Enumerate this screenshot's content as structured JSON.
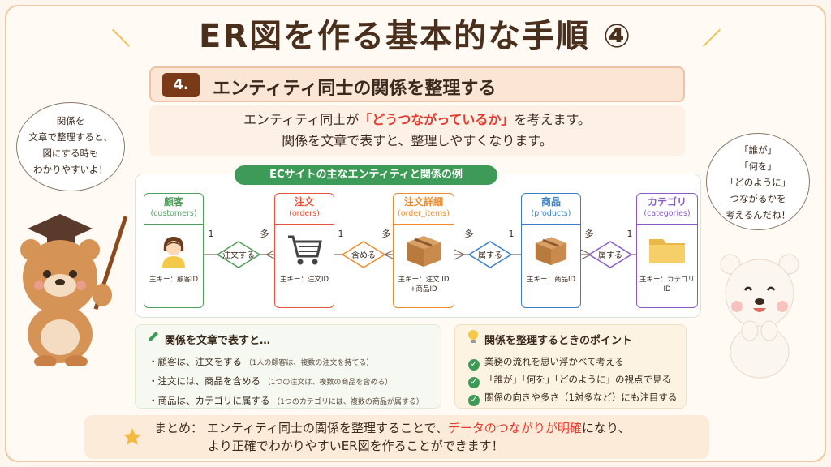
{
  "title": "ER図を作る基本的な手順 ④",
  "step": {
    "number": "4.",
    "text": "エンティティ同士の関係を整理する"
  },
  "lead": {
    "line1_pre": "エンティティ同士が",
    "line1_red": "「どうつながっているか」",
    "line1_post": "を考えます。",
    "line2": "関係を文章で表すと、整理しやすくなります。"
  },
  "diagram": {
    "title": "ECサイトの主なエンティティと関係の例",
    "entities": [
      {
        "name": "顧客",
        "eng": "(customers)",
        "key1": "主キー：顧客ID",
        "key2": "",
        "color": "#4e9f5a"
      },
      {
        "name": "注文",
        "eng": "(orders)",
        "key1": "主キー：注文ID",
        "key2": "",
        "color": "#e2543a"
      },
      {
        "name": "注文詳細",
        "eng": "(order_items)",
        "key1": "主キー：注文 ID",
        "key2": "+商品ID",
        "color": "#ef8a2b"
      },
      {
        "name": "商品",
        "eng": "(products)",
        "key1": "主キー：商品ID",
        "key2": "",
        "color": "#3a7fc8"
      },
      {
        "name": "カテゴリ",
        "eng": "(categories)",
        "key1": "主キー：カテゴリID",
        "key2": "",
        "color": "#8a5bc6"
      }
    ],
    "relations": [
      {
        "label": "注文する",
        "left": "1",
        "right": "多",
        "color": "#4e9f5a"
      },
      {
        "label": "含める",
        "left": "1",
        "right": "多",
        "color": "#ef8a2b"
      },
      {
        "label": "属する",
        "left": "多",
        "right": "1",
        "color": "#3a7fc8"
      },
      {
        "label": "属する",
        "left": "多",
        "right": "1",
        "color": "#8a5bc6"
      }
    ]
  },
  "sentences": {
    "heading": "関係を文章で表すと…",
    "items": [
      {
        "main": "・顧客は、注文をする",
        "note": "（1人の顧客は、複数の注文を持てる）"
      },
      {
        "main": "・注文には、商品を含める",
        "note": "（1つの注文は、複数の商品を含める）"
      },
      {
        "main": "・商品は、カテゴリに属する",
        "note": "（1つのカテゴリには、複数の商品が属する）"
      }
    ]
  },
  "points": {
    "heading": "関係を整理するときのポイント",
    "items": [
      "業務の流れを思い浮かべて考える",
      "「誰が」「何を」「どのように」の視点で見る",
      "関係の向きや多さ（1対多など）にも注目する"
    ]
  },
  "summary": {
    "pre": "まとめ： エンティティ同士の関係を整理することで、",
    "red": "データのつながりが明確",
    "post": "になり、",
    "line2": "より正確でわかりやすいER図を作ることができます！"
  },
  "bubble_left": [
    "関係を",
    "文章で整理すると、",
    "図にする時も",
    "わかりやすいよ！"
  ],
  "bubble_right": [
    "「誰が」",
    "「何を」",
    "「どのように」",
    "つながるかを",
    "考えるんだね！"
  ]
}
